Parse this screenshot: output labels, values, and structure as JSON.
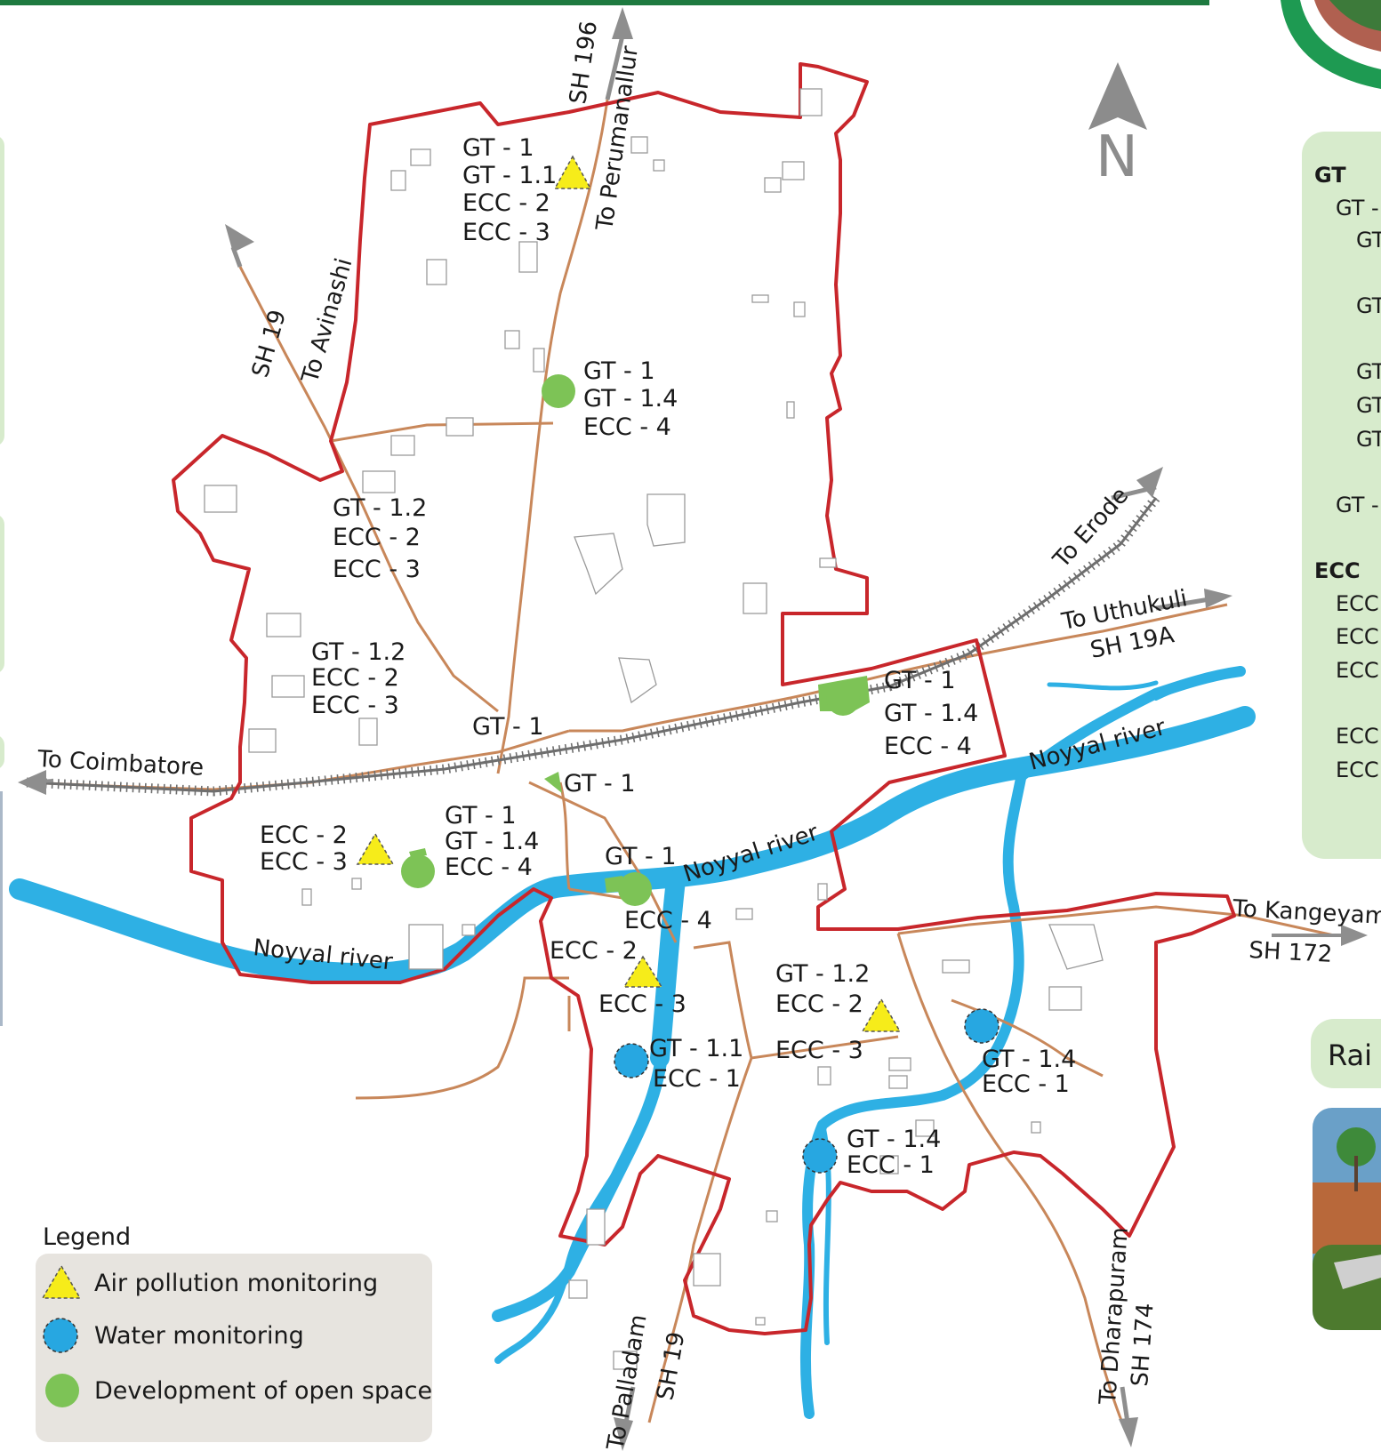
{
  "colors": {
    "boundary": "#c8262b",
    "road": "#c8875a",
    "river": "#2eb0e4",
    "rail": "#6e6e6e",
    "air_marker": "#f6ec1a",
    "water_marker": "#27a7e1",
    "open_space_marker": "#7dc356",
    "green_panel": "#d7ebcc",
    "legend_bg": "#e7e4df",
    "arrow": "#8e8e8e",
    "building": "#9a9a9a",
    "header_bar": "#1e7a40"
  },
  "road_labels": {
    "sh196": "SH 196",
    "perumanallur": "To Perumanallur",
    "sh19_north": "SH 19",
    "avinashi": "To Avinashi",
    "erode": "To Erode",
    "uthukuli": "To Uthukuli",
    "sh19a": "SH 19A",
    "coimbatore": "To Coimbatore",
    "kangeyam": "To Kangeyam",
    "sh172": "SH 172",
    "palladam": "To Palladam",
    "sh19_south": "SH 19",
    "dharapuram": "To Dharapuram",
    "sh174": "SH 174"
  },
  "river_labels": [
    "Noyyal river",
    "Noyyal river",
    "Noyyal river"
  ],
  "north_label": "N",
  "site_labels": [
    [
      "GT - 1",
      "GT - 1.1",
      "ECC - 2",
      "ECC - 3"
    ],
    [
      "GT - 1",
      "GT - 1.4",
      "ECC - 4"
    ],
    [
      "GT - 1.2",
      "ECC - 2",
      "ECC - 3"
    ],
    [
      "GT - 1.2",
      "ECC - 2",
      "ECC - 3"
    ],
    [
      "GT - 1"
    ],
    [
      "GT - 1",
      "GT - 1.4",
      "ECC - 4"
    ],
    [
      "GT - 1"
    ],
    [
      "ECC - 2",
      "ECC - 3"
    ],
    [
      "GT - 1",
      "GT - 1.4",
      "ECC - 4"
    ],
    [
      "GT - 1"
    ],
    [
      "ECC - 4"
    ],
    [
      "ECC - 2"
    ],
    [
      "ECC - 3"
    ],
    [
      "GT - 1.2",
      "ECC - 2"
    ],
    [
      "ECC - 3"
    ],
    [
      "GT - 1.1",
      "ECC - 1"
    ],
    [
      "GT - 1.4",
      "ECC - 1"
    ],
    [
      "GT - 1.4",
      "ECC - 1"
    ]
  ],
  "legend": {
    "title": "Legend",
    "items": [
      {
        "label": "Air pollution monitoring",
        "marker": "triangle"
      },
      {
        "label": "Water monitoring",
        "marker": "circle-dashed"
      },
      {
        "label": "Development of open space",
        "marker": "circle"
      }
    ]
  },
  "side_panel": {
    "lines": [
      "GT",
      "GT -",
      "GT",
      "GT",
      "GT",
      "GT",
      "GT",
      "GT -",
      "ECC",
      "ECC",
      "ECC",
      "ECC",
      "ECC",
      "ECC"
    ]
  },
  "rain_label": "Rai"
}
